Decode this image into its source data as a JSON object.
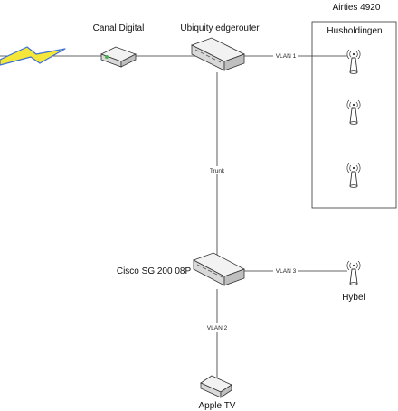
{
  "nodes": {
    "isp": {
      "label": "Canal Digital",
      "icon": "modem-icon"
    },
    "router": {
      "label": "Ubiquity edgerouter",
      "icon": "router-icon"
    },
    "switch": {
      "label": "Cisco SG 200 08P",
      "icon": "switch-icon"
    },
    "appletv": {
      "label": "Apple TV",
      "icon": "set-top-box-icon"
    },
    "hybel": {
      "label": "Hybel",
      "icon": "wireless-access-point-icon"
    },
    "airties_group": {
      "title": "Airties 4920",
      "box_label": "Husholdingen",
      "icon": "wireless-access-point-icon"
    }
  },
  "links": {
    "vlan1": "VLAN 1",
    "trunk": "Trunk",
    "vlan3": "VLAN 3",
    "vlan2": "VLAN 2"
  },
  "colors": {
    "lightning": "#f5e63a",
    "lightning_edge": "#3c6fd6",
    "device_body": "#d9d9d9",
    "device_top": "#f2f2f2",
    "modem_accent": "#4caf50"
  }
}
